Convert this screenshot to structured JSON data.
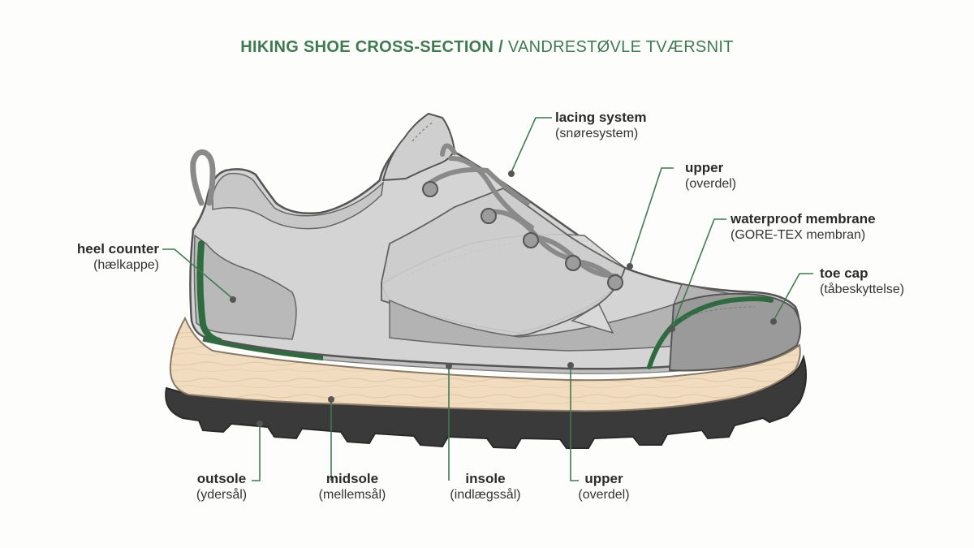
{
  "title": {
    "english": "HIKING SHOE CROSS-SECTION",
    "separator": " / ",
    "danish": "VANDRESTØVLE TVÆRSNIT"
  },
  "colors": {
    "accent_green": "#3f7a52",
    "membrane_green": "#2e6b3e",
    "leader_line": "#3f7a52",
    "upper_light": "#d6d6d6",
    "upper_mid": "#bdbdbd",
    "toe_cap": "#9a9a9a",
    "midsole": "#f1dcc0",
    "outsole": "#3a3a3a",
    "outline": "#555555"
  },
  "labels": {
    "lacing_system": {
      "en": "lacing system",
      "da": "(snøresystem)"
    },
    "upper_top": {
      "en": "upper",
      "da": "(overdel)"
    },
    "waterproof_membrane": {
      "en": "waterproof membrane",
      "da": "(GORE-TEX membran)"
    },
    "toe_cap": {
      "en": "toe cap",
      "da": "(tåbeskyttelse)"
    },
    "heel_counter": {
      "en": "heel counter",
      "da": "(hælkappe)"
    },
    "outsole": {
      "en": "outsole",
      "da": "(ydersål)"
    },
    "midsole": {
      "en": "midsole",
      "da": "(mellemsål)"
    },
    "insole": {
      "en": "insole",
      "da": "(indlægssål)"
    },
    "upper_bottom": {
      "en": "upper",
      "da": "(overdel)"
    }
  }
}
